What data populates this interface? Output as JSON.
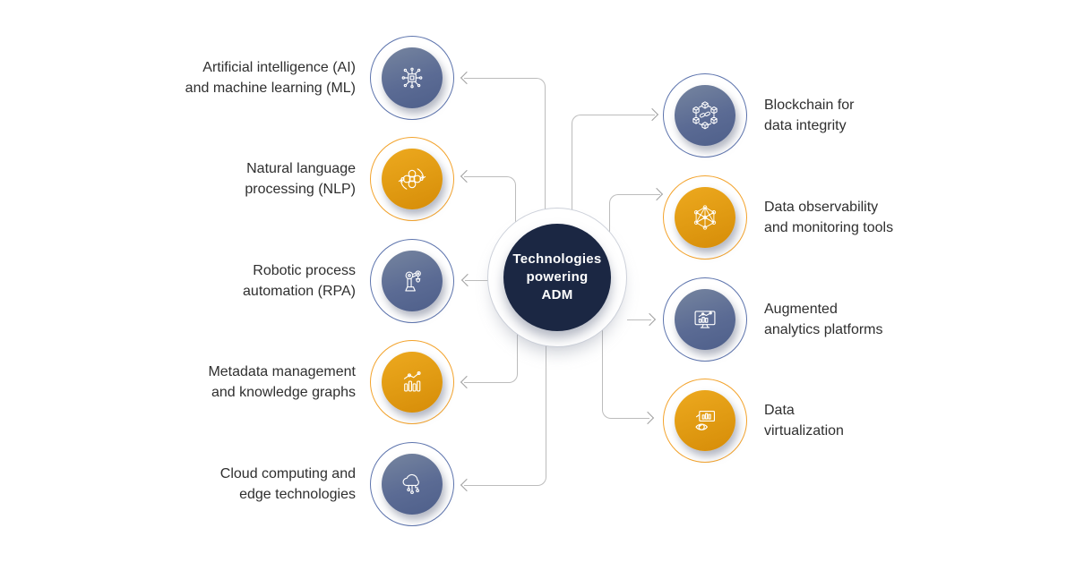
{
  "center": {
    "line1": "Technologies",
    "line2": "powering",
    "line3": "ADM",
    "bg_color": "#1b2743",
    "text_color": "#ffffff"
  },
  "items": [
    {
      "id": "ai-ml",
      "side": "left",
      "color": "blue",
      "icon": "ai-circuit-icon",
      "line1": "Artificial intelligence (AI)",
      "line2": "and machine learning (ML)"
    },
    {
      "id": "nlp",
      "side": "left",
      "color": "orange",
      "icon": "nlp-process-icon",
      "line1": "Natural language",
      "line2": "processing (NLP)"
    },
    {
      "id": "rpa",
      "side": "left",
      "color": "blue",
      "icon": "robot-arm-icon",
      "line1": "Robotic process",
      "line2": "automation (RPA)"
    },
    {
      "id": "metadata",
      "side": "left",
      "color": "orange",
      "icon": "chart-graph-icon",
      "line1": "Metadata management",
      "line2": "and knowledge graphs"
    },
    {
      "id": "cloud",
      "side": "left",
      "color": "blue",
      "icon": "cloud-circuit-icon",
      "line1": "Cloud computing and",
      "line2": "edge technologies"
    },
    {
      "id": "blockchain",
      "side": "right",
      "color": "blue",
      "icon": "blockchain-icon",
      "line1": "Blockchain for",
      "line2": "data integrity"
    },
    {
      "id": "observability",
      "side": "right",
      "color": "orange",
      "icon": "network-graph-icon",
      "line1": "Data observability",
      "line2": "and monitoring tools"
    },
    {
      "id": "augmented",
      "side": "right",
      "color": "blue",
      "icon": "monitor-analytics-icon",
      "line1": "Augmented",
      "line2": "analytics platforms"
    },
    {
      "id": "virtualization",
      "side": "right",
      "color": "orange",
      "icon": "eye-dashboard-icon",
      "line1": "Data",
      "line2": "virtualization"
    }
  ],
  "colors": {
    "blue_disc": "#5b6b94",
    "orange_disc": "#e09a12",
    "blue_ring": "#5d74ad",
    "orange_ring": "#f3a32c",
    "connector_gray": "#bcbcbc",
    "label_text": "#2f2f2f",
    "center_navy": "#1b2743"
  }
}
